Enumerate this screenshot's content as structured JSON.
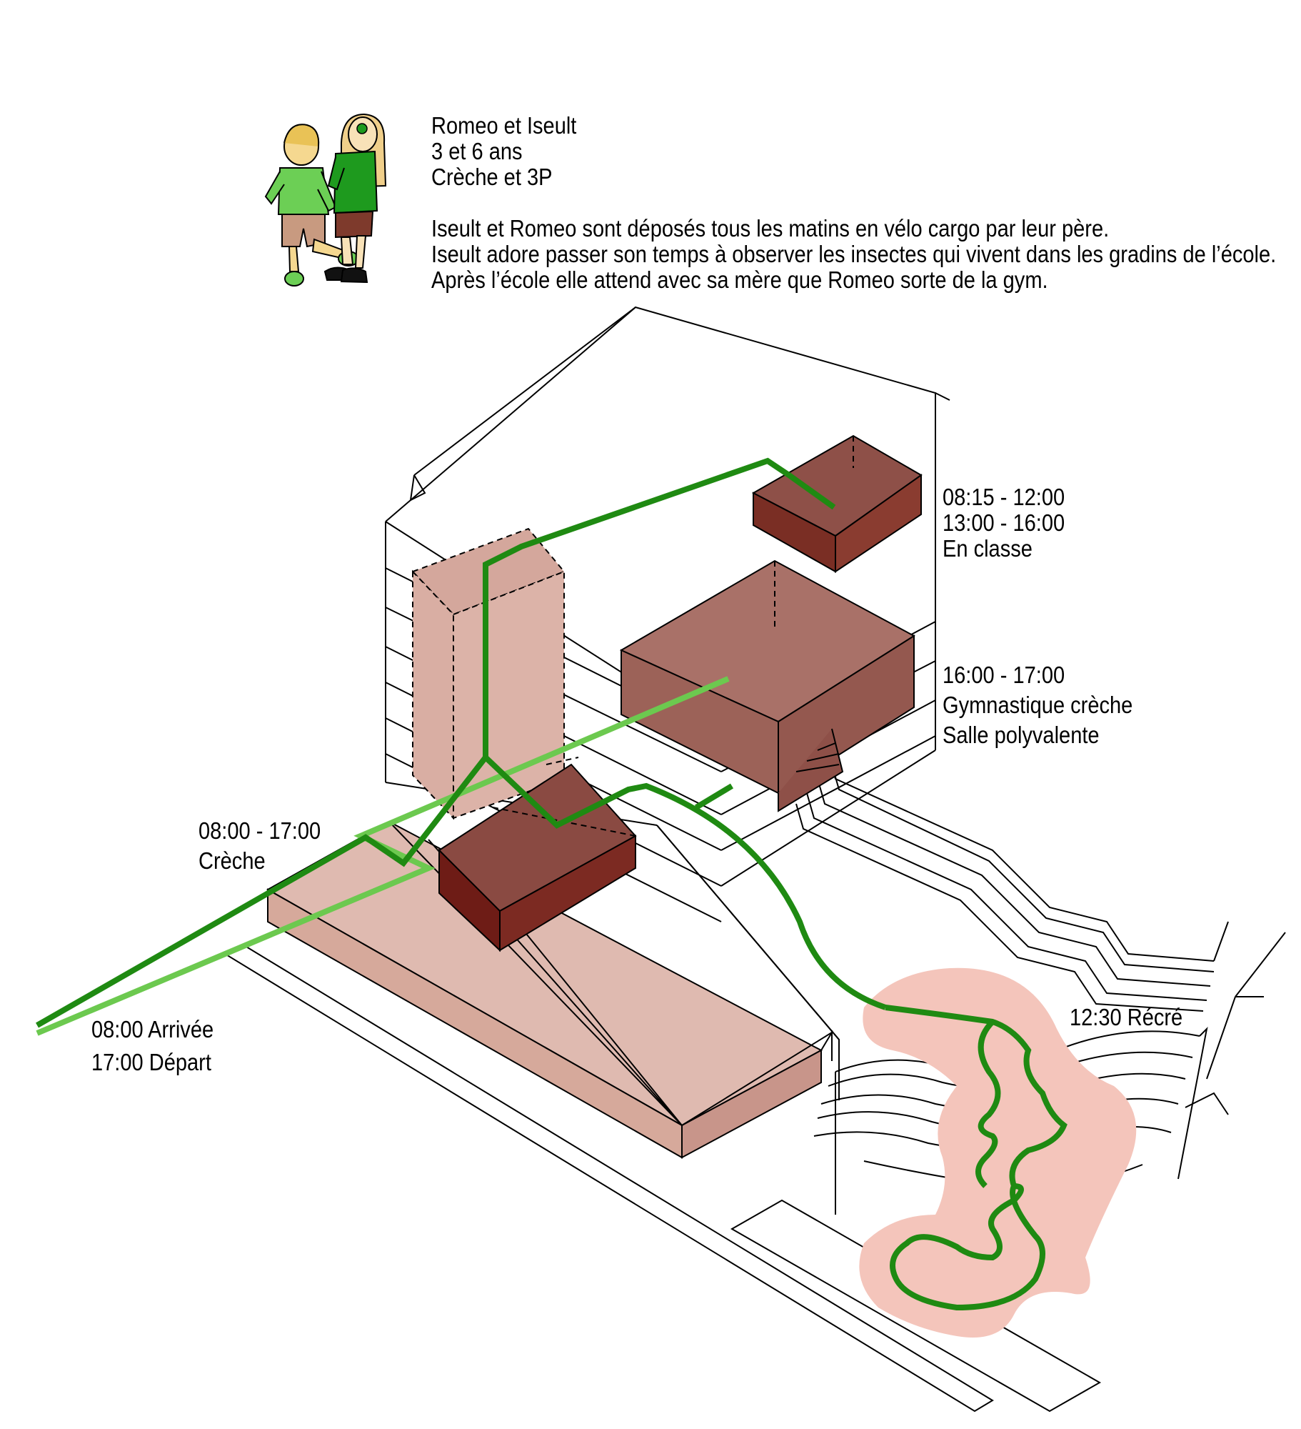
{
  "persona": {
    "name": "Romeo et Iseult",
    "ages": "3 et 6 ans",
    "classes": "Crèche et 3P",
    "story": [
      "Iseult et Romeo sont déposés tous les matins en vélo cargo par leur père.",
      "Iseult adore passer son temps à observer les insectes qui vivent dans les gradins de l’école.",
      "Après l’école elle attend avec sa mère que Romeo sorte de la gym."
    ]
  },
  "labels": {
    "classroom": {
      "time1": "08:15 - 12:00",
      "time2": "13:00 - 16:00",
      "place": "En classe"
    },
    "gym": {
      "time": "16:00 - 17:00",
      "activity": "Gymnastique crèche",
      "place": "Salle polyvalente"
    },
    "creche": {
      "time": "08:00 - 17:00",
      "place": "Crèche"
    },
    "arrival": {
      "line1": "08:00 Arrivée",
      "line2": "17:00 Départ"
    },
    "recess": {
      "label": "12:30 Récré"
    }
  },
  "colors": {
    "path_dark": "#1f8a12",
    "path_light": "#6cc94f",
    "volume_dark": "#8a4a42",
    "volume_dark_side": "#6e2a22",
    "volume_light": "#dfbab0",
    "volume_mid": "#a97168",
    "playground": "#f4c5bb",
    "child_green": "#1e9a1e",
    "child_light_green": "#6ccf55"
  }
}
